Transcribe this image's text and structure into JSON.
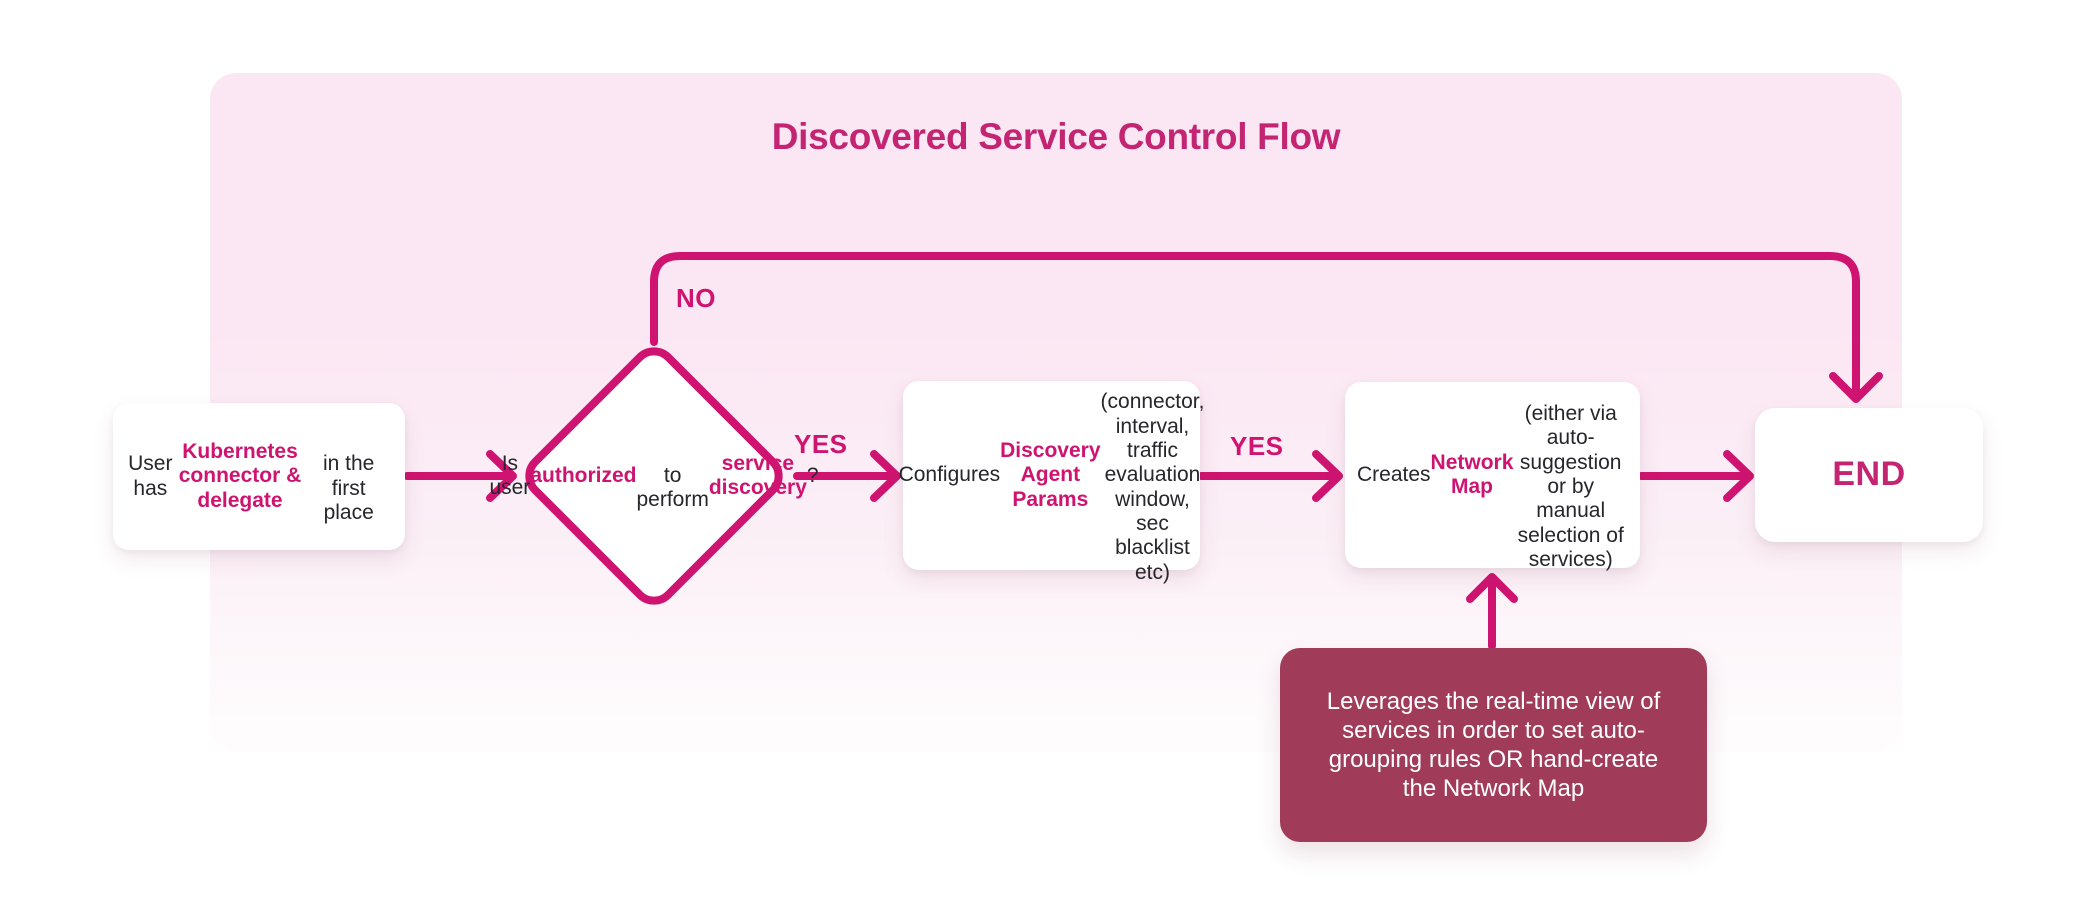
{
  "title": "Discovered Service Control Flow",
  "colors": {
    "accent": "#CE1470",
    "titleColor": "#C32572",
    "panelTop": "#FBE7F3",
    "panelMid": "#FBEFF6",
    "panelBottom": "#FEFCFD",
    "boxBg": "#FFFFFF",
    "textDark": "#26262B",
    "noteBg": "#A03C59",
    "noteText": "#FFFFFF"
  },
  "edges": {
    "no": "NO",
    "yes1": "YES",
    "yes2": "YES"
  },
  "nodes": {
    "start": {
      "segments": [
        {
          "text": "User has "
        },
        {
          "text": "Kubernetes\nconnector & delegate",
          "hl": true
        },
        {
          "text": "\nin the first place"
        }
      ]
    },
    "decision": {
      "segments": [
        {
          "text": "Is user\n"
        },
        {
          "text": "authorized",
          "hl": true
        },
        {
          "text": "\nto perform\n"
        },
        {
          "text": "service discovery",
          "hl": true
        },
        {
          "text": "?"
        }
      ]
    },
    "configure": {
      "segments": [
        {
          "text": "Configures "
        },
        {
          "text": "Discovery\nAgent Params",
          "hl": true
        },
        {
          "text": "\n(connector, interval,\ntraffic evaluation window,\nsec blacklist etc)"
        }
      ]
    },
    "create_map": {
      "segments": [
        {
          "text": "Creates "
        },
        {
          "text": "Network Map",
          "hl": true
        },
        {
          "text": "\n(either via auto-\nsuggestion or by manual\nselection of services)"
        }
      ]
    },
    "end": {
      "label": "END"
    },
    "note": {
      "text": "Leverages the real-time view of\nservices in order to set auto-\ngrouping rules OR hand-create\nthe Network Map"
    }
  }
}
